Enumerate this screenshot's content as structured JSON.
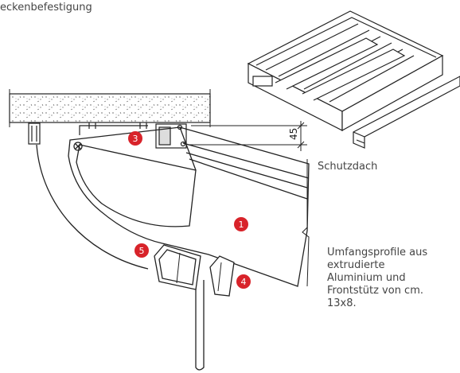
{
  "labels": {
    "title": "eckenbefestigung",
    "roof": "Schutzdach",
    "description": [
      "Umfangsprofile aus",
      "extrudierte",
      "Aluminium und",
      "Frontstütz von cm.",
      "13x8."
    ],
    "dimension": "45"
  },
  "markers": [
    "1",
    "3",
    "4",
    "5"
  ],
  "colors": {
    "marker": "#d8232a",
    "line": "#222222",
    "text": "#444444"
  }
}
